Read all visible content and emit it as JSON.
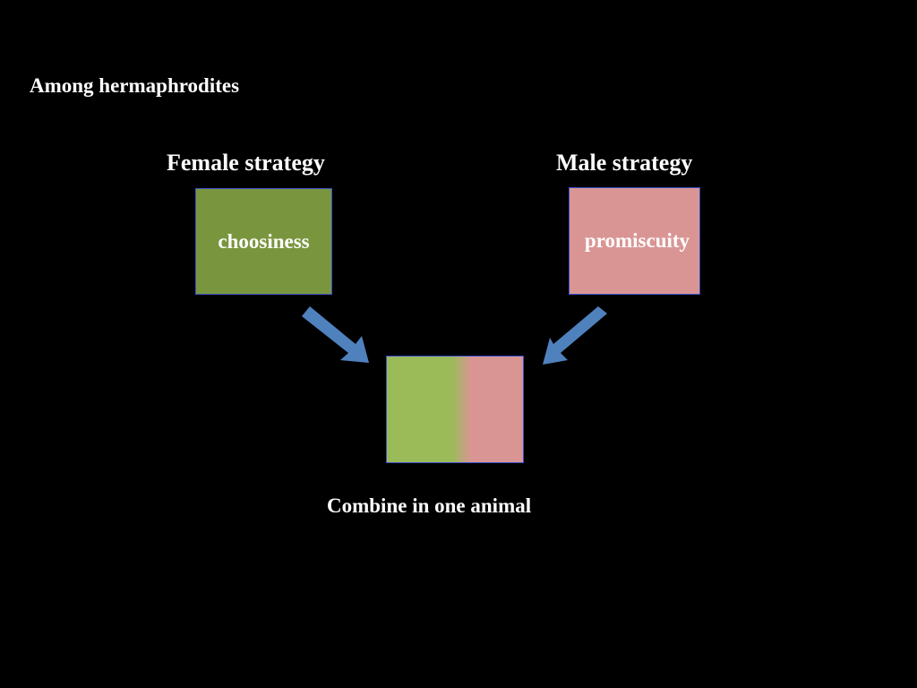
{
  "heading": "Among hermaphrodites",
  "female": {
    "title": "Female strategy",
    "trait": "choosiness",
    "color": "#79963e"
  },
  "male": {
    "title": "Male strategy",
    "trait": "promiscuity",
    "color": "#d99594"
  },
  "combined": {
    "caption": "Combine in one animal",
    "left_color": "#9bbb59",
    "right_color": "#d99594"
  },
  "arrow_color": "#4f81bd",
  "box_border_color": "#3a50c8"
}
